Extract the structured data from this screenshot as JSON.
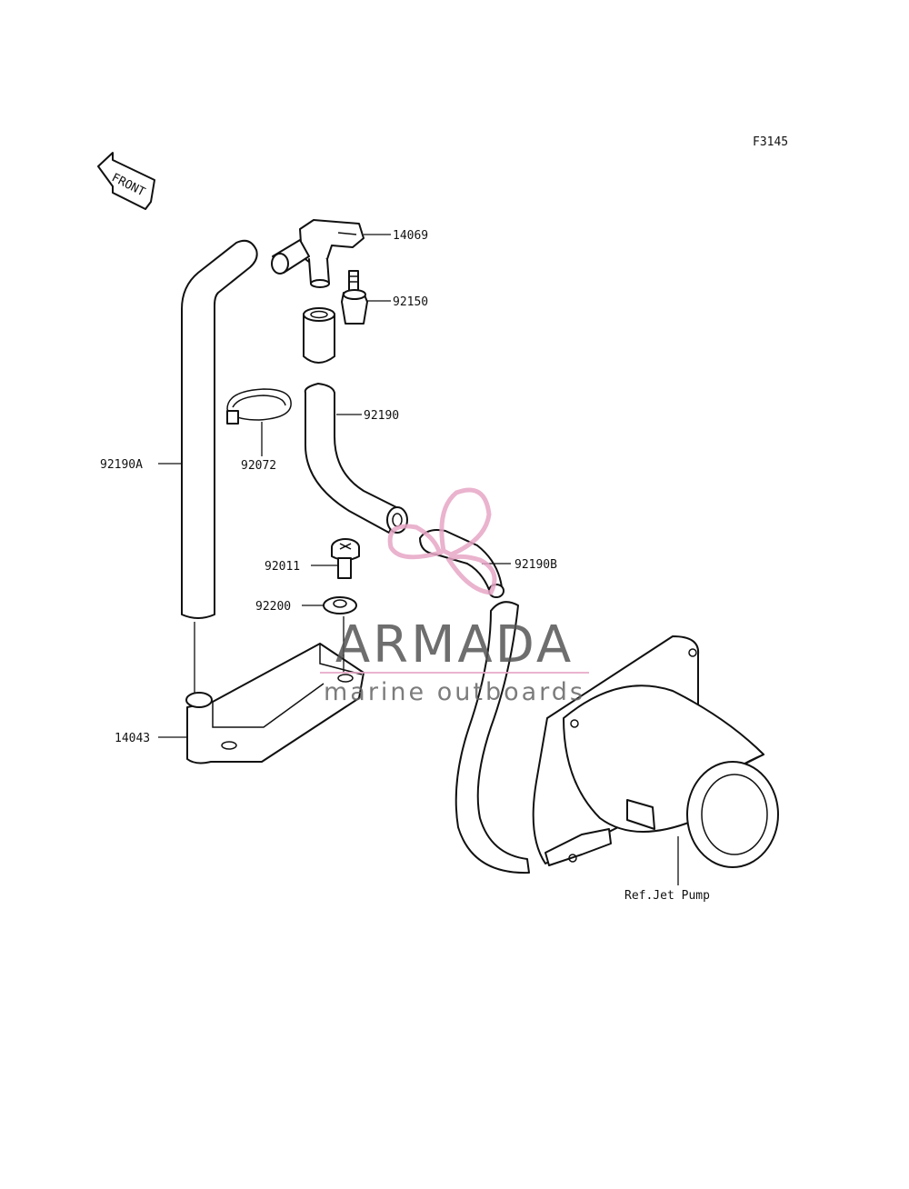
{
  "figure_code": "F3145",
  "front_marker": "FRONT",
  "parts": {
    "p14069": "14069",
    "p92150": "92150",
    "p92190": "92190",
    "p92072": "92072",
    "p92190A": "92190A",
    "p92011": "92011",
    "p92200": "92200",
    "p92190B": "92190B",
    "p14043": "14043",
    "ref_jet_pump": "Ref.Jet Pump"
  },
  "watermark": {
    "brand": "ARMADA",
    "tagline": "marine outboards",
    "logo_color": "#e7a6c6"
  }
}
